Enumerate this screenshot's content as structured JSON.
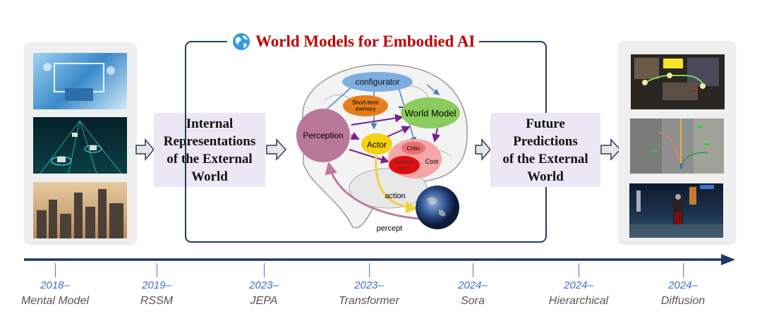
{
  "title": "World Models for Embodied AI",
  "left_box": {
    "lines": [
      "Internal",
      "Representations",
      "of the External",
      "World"
    ]
  },
  "right_box": {
    "lines": [
      "Future",
      "Predictions",
      "of the External",
      "World"
    ]
  },
  "brain": {
    "configurator": "configurator",
    "memory": [
      "Short-term",
      "memory"
    ],
    "world_model": "World Model",
    "perception": "Perception",
    "actor": "Actor",
    "critic": "Critic",
    "cost": "Cost",
    "intrinsic": [
      "Intrinsic",
      "cost"
    ],
    "action": "action",
    "percept": "percept"
  },
  "timeline": [
    {
      "year": "2018–",
      "name": "Mental Model"
    },
    {
      "year": "2019–",
      "name": "RSSM"
    },
    {
      "year": "2023–",
      "name": "JEPA"
    },
    {
      "year": "2023–",
      "name": "Transformer"
    },
    {
      "year": "2024–",
      "name": "Sora"
    },
    {
      "year": "2024–",
      "name": "Hierarchical"
    },
    {
      "year": "2024–",
      "name": "Diffusion"
    }
  ],
  "colors": {
    "title": "#c00000",
    "frame": "#2b3b5c",
    "timeline": "#1f3864",
    "year": "#3f6fcf"
  }
}
